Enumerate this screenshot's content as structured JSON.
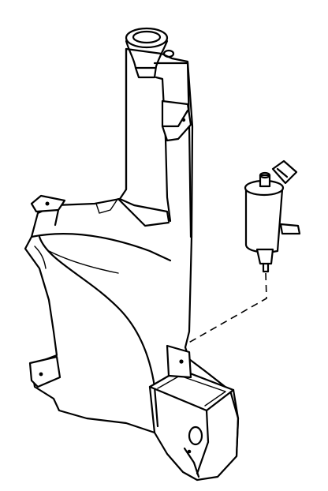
{
  "diagram": {
    "parts": [
      {
        "name": "washer-reservoir",
        "label": ""
      },
      {
        "name": "washer-pump",
        "label": ""
      }
    ],
    "connection": "dashed-leader"
  }
}
